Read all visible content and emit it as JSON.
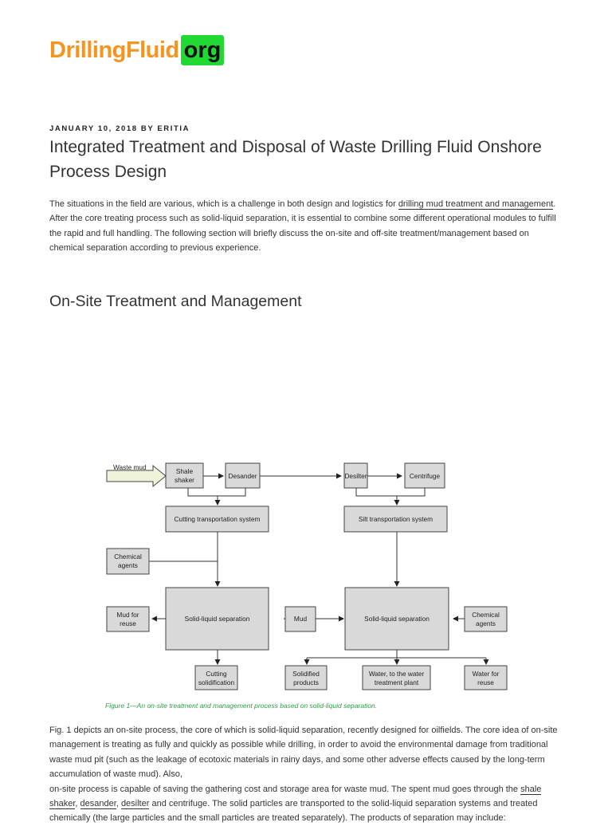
{
  "site": {
    "logo_main": "DrillingFluid",
    "logo_org": "org"
  },
  "post": {
    "meta": "JANUARY 10, 2018 BY ERITIA",
    "title": "Integrated Treatment and Disposal of Waste Drilling Fluid Onshore Process Design",
    "intro_pre": "The situations in the field are various, which is a challenge in both design and logistics for ",
    "intro_link": "drilling mud treatment and management",
    "intro_post": ". After the core treating process such as solid-liquid separation, it is essential to combine some different operational modules to fulfill the rapid and full handling. The following section will briefly discuss the on-site and off-site treatment/management based on chemical separation according to previous experience.",
    "section_title": "On-Site Treatment and Management"
  },
  "figure": {
    "caption": "Figure 1—An on-site treatment and management process based on solid-liquid separation.",
    "labels": {
      "waste_mud": "Waste mud",
      "shale_1": "Shale",
      "shale_2": "shaker",
      "desander": "Desander",
      "desilter": "Desilter",
      "centrifuge": "Centrifuge",
      "cutting_transport": "Cutting transportation system",
      "silt_transport": "Silt transportation system",
      "chem_left_1": "Chemical",
      "chem_left_2": "agents",
      "chem_right_1": "Chemical",
      "chem_right_2": "agents",
      "mud_reuse_1": "Mud for",
      "mud_reuse_2": "reuse",
      "sls_left": "Solid-liquid separation",
      "sls_right": "Solid-liquid separation",
      "mud": "Mud",
      "cutting_sol_1": "Cutting",
      "cutting_sol_2": "solidification",
      "solidified_1": "Solidified",
      "solidified_2": "products",
      "water_plant_1": "Water, to the water",
      "water_plant_2": "treatment plant",
      "water_reuse_1": "Water for",
      "water_reuse_2": "reuse"
    }
  },
  "body": {
    "p1": "Fig. 1 depicts an on-site process, the core of which is solid-liquid separation, recently designed for oilfields. The core idea of on-site management is treating as fully and quickly as possible while drilling, in order to avoid the environmental damage from traditional waste mud pit (such as the leakage of ecotoxic materials in rainy days, and some other adverse effects caused by the long-term accumulation of waste mud). Also,",
    "p2_pre": "on-site process is capable of saving the gathering cost and storage area for waste mud. The spent mud goes through the ",
    "link_shale": "shale shaker",
    "sep1": ", ",
    "link_desander": "desander",
    "sep2": ", ",
    "link_desilter": "desilter",
    "p2_post": " and centrifuge. The solid particles are transported to the solid-liquid separation systems and treated chemically (the large particles and the small particles are treated separately). The products of separation may include:"
  }
}
